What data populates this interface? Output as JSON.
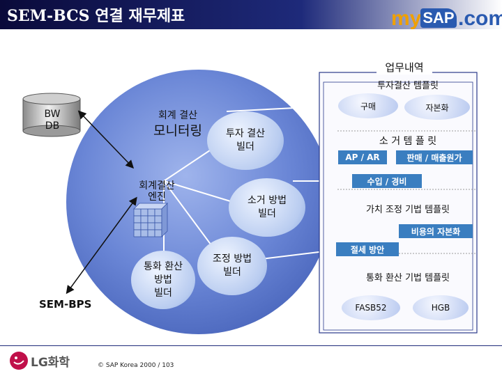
{
  "header": {
    "title": "SEM-BCS 연결 재무제표",
    "logo_my": "my",
    "logo_sap": "SAP",
    "logo_com": ".com"
  },
  "bw_db": "BW\nDB",
  "sem_bps": "SEM-BPS",
  "center": {
    "monitor_top": "회계 결산",
    "monitor_bottom": "모니터링",
    "engine_top": "회계결산",
    "engine_bottom": "엔진",
    "invest_builder": "투자 결산\n빌더",
    "elim_builder": "소거 방법\n빌더",
    "adjust_builder": "조정 방법\n빌더",
    "currency_builder": "통화 환산\n방법\n빌더"
  },
  "panel": {
    "heading": "업무내역",
    "sec1_title": "투자결산 템플릿",
    "sec1_items": [
      "구매",
      "자본화"
    ],
    "sec2_title": "소 거 템 플 릿",
    "sec2_items": [
      "AP / AR",
      "판매 / 매출원가",
      "수입 / 경비"
    ],
    "sec3_title": "가치 조정 기법 템플릿",
    "sec3_items": [
      "비용의 자본화",
      "절세 방안"
    ],
    "sec4_title": "통화 환산 기법 템플릿",
    "sec4_items": [
      "FASB52",
      "HGB"
    ]
  },
  "footer": {
    "company": "LG화학",
    "copyright": "© SAP Korea 2000 /  103"
  }
}
